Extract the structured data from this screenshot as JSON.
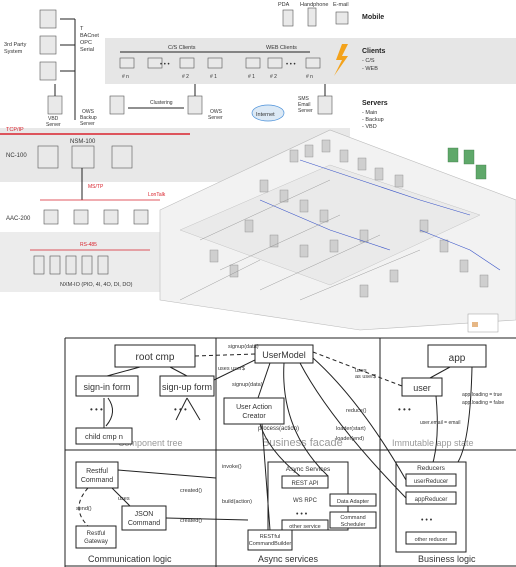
{
  "top": {
    "mobile": {
      "title": "Mobile",
      "devices": [
        "PDA",
        "Handphone",
        "E-mail"
      ]
    },
    "clients": {
      "title": "Clients",
      "sub1": "- C/S",
      "sub2": "- WEB",
      "cs_label": "C/S Clients",
      "web_label": "WEB Clients",
      "cs_items": [
        "# n",
        "# 2",
        "# 1"
      ],
      "web_items": [
        "# 1",
        "# 2",
        "# n"
      ]
    },
    "servers": {
      "title": "Servers",
      "sub1": "- Main",
      "sub2": "- Backup",
      "sub3": "- VBD",
      "vbd": "VBD\nServer",
      "ows_backup": "OWS\nBackup\nServer",
      "clustering": "Clustering",
      "ows": "OWS\nServer",
      "internet": "Internet",
      "sms": "SMS\nEmail\nServer"
    },
    "left": {
      "protocols": "TCP/IP\nBACnet\nOPC\nSerial",
      "third_party": "3rd Party\nSystem",
      "tcpip": "TCP/IP",
      "nc100": "NC-100",
      "nsm100": "NSM-100",
      "ms_tp": "MS/TP",
      "lontalk": "LonTalk",
      "aac200": "AAC-200",
      "rs485": "RS-485",
      "nxm": "NXM-IO (PIO, 4I, 4O, DI, DO)"
    }
  },
  "diagram": {
    "boxes": {
      "root_cmp": "root cmp",
      "signin_form": "sign-in form",
      "signup_form": "sign-up form",
      "child_cmp": "child cmp n",
      "usermodel": "UserModel",
      "user_action_creator": "User Action\nCreator",
      "app": "app",
      "user": "user",
      "restful_command": "Restful\nCommand",
      "json_command": "JSON\nCommand",
      "restful_gateway": "Restful\nGateway",
      "async_title": "Async Services",
      "rest_api": "REST API",
      "ws_rpc": "WS RPC",
      "other_service": "other service",
      "restful_builder": "RESTful\nCommandBuilder",
      "data_adapter": "Data Adapter",
      "command_scheduler": "Command\nScheduler",
      "reducers": "Reducers",
      "user_reducer": "userReducer",
      "app_reducer": "appReducer",
      "other_reducer": "other reducer"
    },
    "sections": {
      "component_tree": "Component tree",
      "business_facade": "Business facade",
      "immutable_state": "Immutable app state",
      "communication_logic": "Communication logic",
      "async_services": "Async services",
      "business_logic": "Business logic"
    },
    "edges": {
      "signup_data": "signup(data)",
      "uses_user": "uses user$",
      "signup_data2": "signup(data)",
      "uses_as_user": "uses\nas user$",
      "process_action": "process(action)",
      "reduce": "reduce()",
      "invoke": "invoke()",
      "build_action": "build(action)",
      "created": "created()",
      "created2": "created()",
      "send": "send()",
      "uses": "uses",
      "loader_start": "loader(start)",
      "loader_end": "loader(end)",
      "user_email": "user.email = email",
      "app_loading_true": "app.loading = true",
      "app_loading_false": "app.loading = false",
      "dots": "• • •"
    }
  }
}
